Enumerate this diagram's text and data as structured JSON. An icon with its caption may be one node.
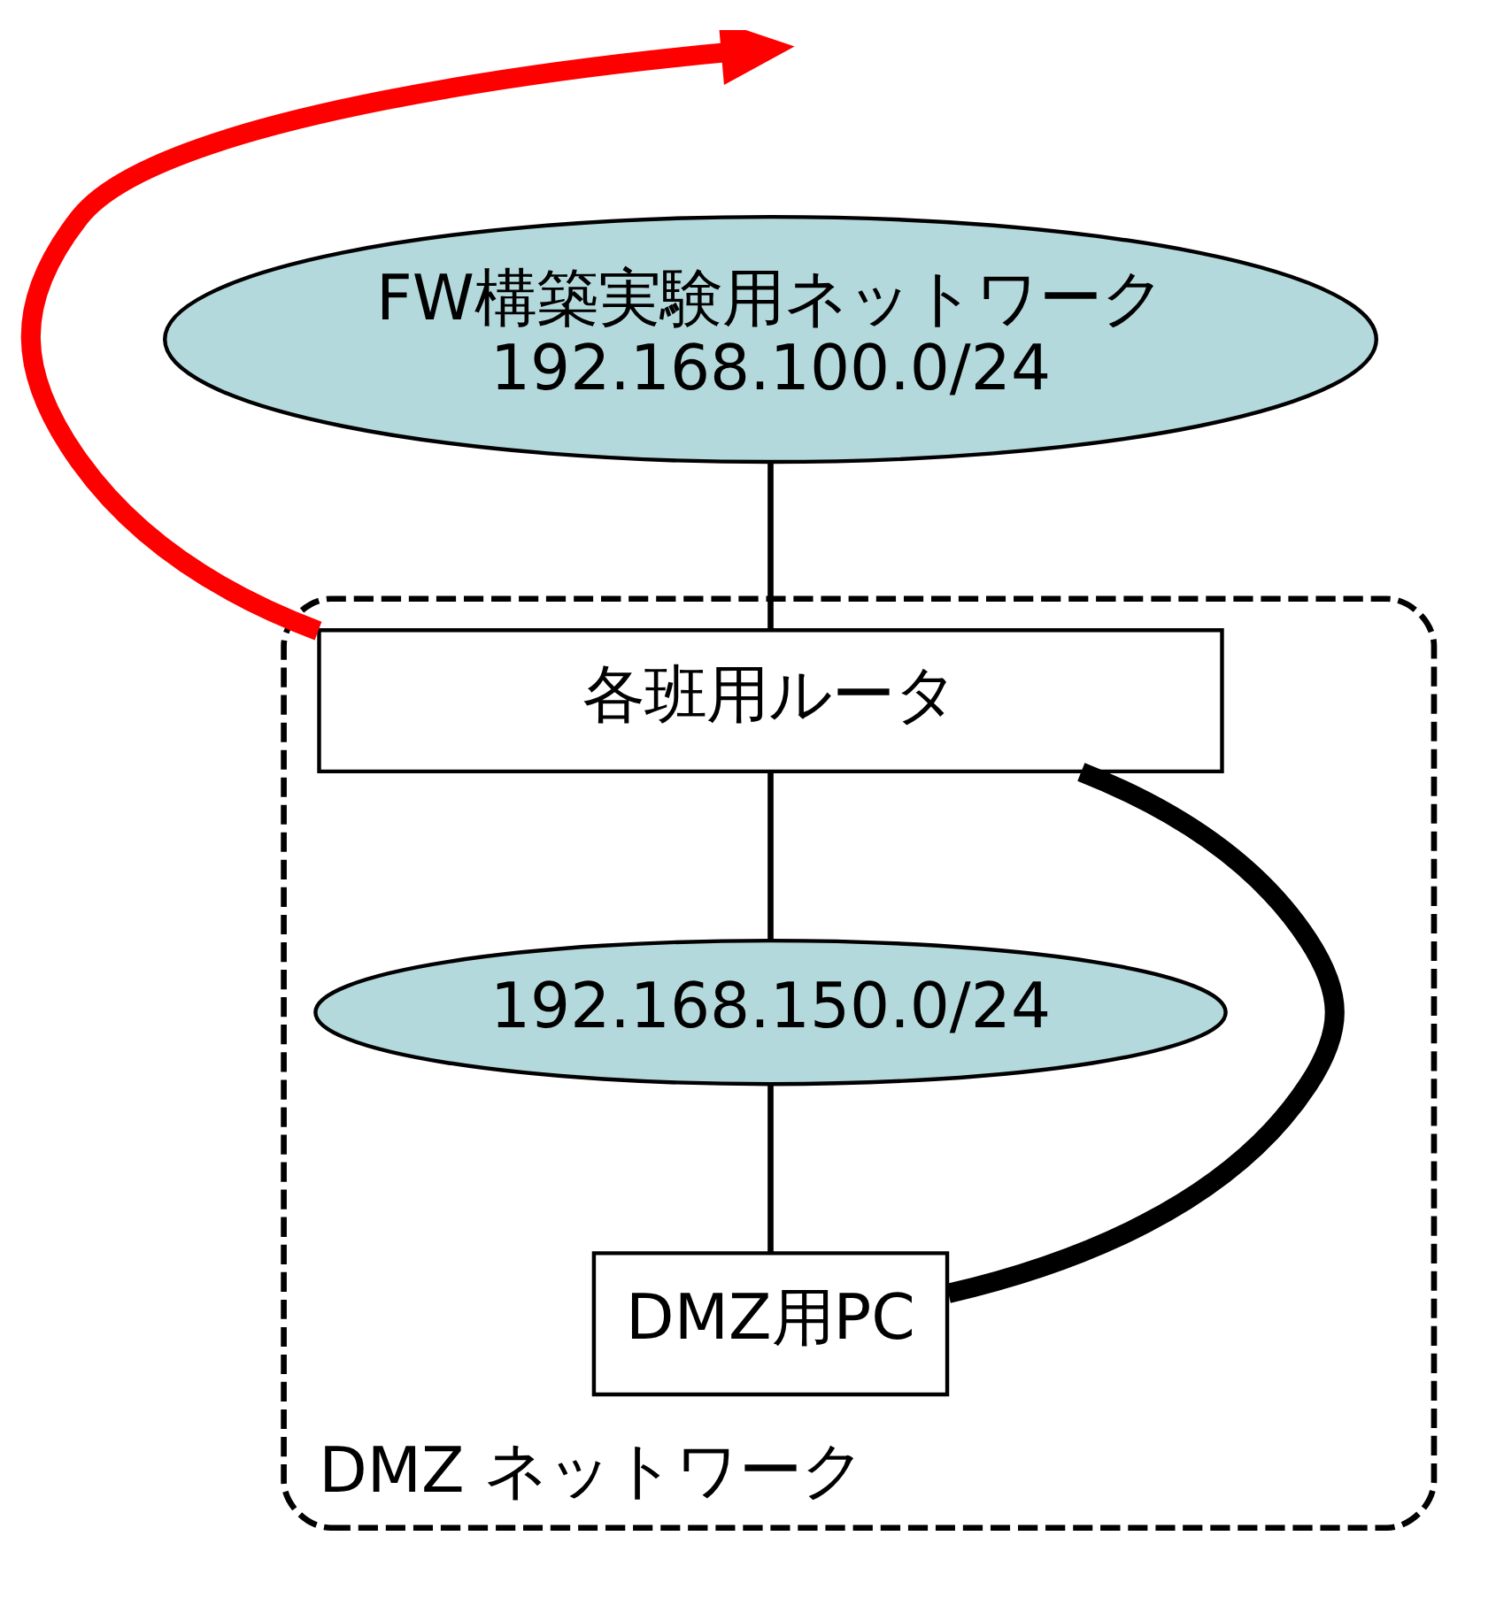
{
  "diagram": {
    "nodes": [
      {
        "text": [
          "DMZ ネットワーク"
        ]
      },
      {
        "text": [
          "FW構築実験用ネットワーク",
          "192.168.100.0/24"
        ]
      },
      {
        "text": [
          "各班用ルータ"
        ],
        "in": 0
      },
      {
        "text": [
          "192.168.150.0/24"
        ],
        "in": 0
      },
      {
        "text": [
          "DMZ用PC"
        ],
        "in": 0
      }
    ],
    "edges": [
      {
        "from": 1,
        "to": 2,
        "arrow": "none"
      },
      {
        "from": 2,
        "to": 3,
        "arrow": "none"
      },
      {
        "from": 3,
        "to": 4,
        "arrow": "none"
      },
      {
        "from": 4,
        "to": 2,
        "arrow": "none",
        "style": "thick"
      },
      {
        "from": 2,
        "to": null,
        "arrow": "to",
        "style": "thick",
        "color": "#ff0000"
      }
    ]
  }
}
